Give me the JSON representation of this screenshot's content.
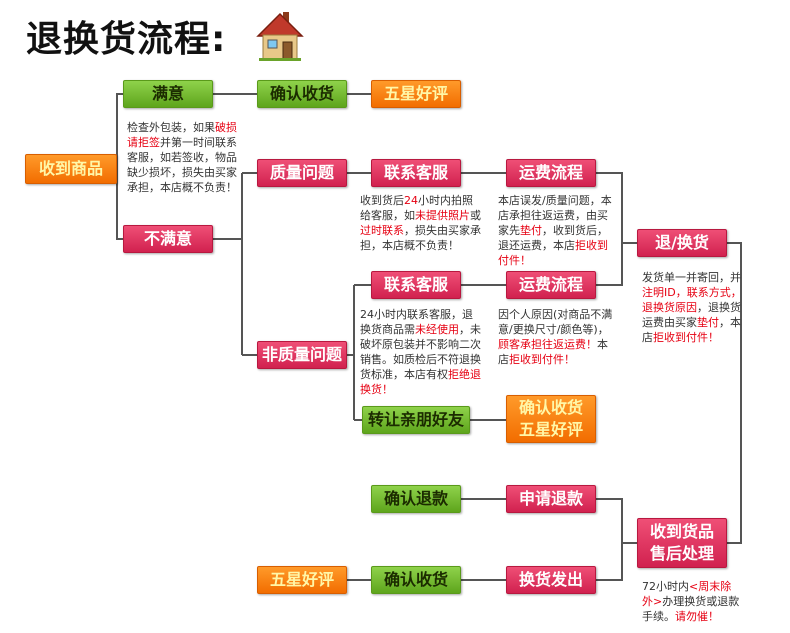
{
  "title": "退换货流程:",
  "house_icon": "house-icon",
  "colors": {
    "green": "#6cb52a",
    "orange": "#f57a0a",
    "red": "#d9295a",
    "line": "#555555",
    "highlight": "#e60012"
  },
  "nodes": {
    "received": "收到商品",
    "satisfied": "满意",
    "confirm_receipt_top": "确认收货",
    "five_star_top": "五星好评",
    "unsatisfied": "不满意",
    "quality_issue": "质量问题",
    "contact_cs_1": "联系客服",
    "shipping_flow_1": "运费流程",
    "return_exchange": "退/换货",
    "contact_cs_2": "联系客服",
    "shipping_flow_2": "运费流程",
    "non_quality_issue": "非质量问题",
    "transfer_friends": "转让亲朋好友",
    "confirm_receipt_mid_1": "确认收货",
    "confirm_receipt_mid_2": "五星好评",
    "confirm_refund": "确认退款",
    "apply_refund": "申请退款",
    "received_goods_1": "收到货品",
    "received_goods_2": "售后处理",
    "five_star_bottom": "五星好评",
    "confirm_receipt_bottom": "确认收货",
    "exchange_ship": "换货发出"
  },
  "notes": {
    "inspect": [
      {
        "t": "检查外包装，如果"
      },
      {
        "t": "破损请拒签",
        "hl": true
      },
      {
        "t": "并第一时间联系客服，如若签收，物品缺少损坏，损失由买家承担，本店概不负责！"
      }
    ],
    "quality": [
      {
        "t": "收到货后"
      },
      {
        "t": "24",
        "hl": true
      },
      {
        "t": "小时内拍照给客服，如"
      },
      {
        "t": "未提供照片",
        "hl": true
      },
      {
        "t": "或"
      },
      {
        "t": "过时联系",
        "hl": true
      },
      {
        "t": "，损失由买家承担，本店概不负责！"
      }
    ],
    "shipping_quality": [
      {
        "t": "本店误发/质量问题，本店承担往返运费，由买家先"
      },
      {
        "t": "垫付",
        "hl": true
      },
      {
        "t": "，收到货后，退还运费，本店"
      },
      {
        "t": "拒收到付件！",
        "hl": true
      }
    ],
    "return_note": [
      {
        "t": "发货单一并寄回，并"
      },
      {
        "t": "注明ID，联系方式，退换货原因",
        "hl": true
      },
      {
        "t": "，退换货运费由买家"
      },
      {
        "t": "垫付",
        "hl": true
      },
      {
        "t": "，本店"
      },
      {
        "t": "拒收到付件！",
        "hl": true
      }
    ],
    "non_quality": [
      {
        "t": "24小时内联系客服，退换货商品需"
      },
      {
        "t": "未经使用",
        "hl": true
      },
      {
        "t": "，未破坏原包装并不影响二次销售。如质检后不符退换货标准，本店有权"
      },
      {
        "t": "拒绝退换货！",
        "hl": true
      }
    ],
    "shipping_non_quality": [
      {
        "t": "因个人原因(对商品不满意/更换尺寸/颜色等)，"
      },
      {
        "t": "顾客承担往返运费！",
        "hl": true
      },
      {
        "t": "本店"
      },
      {
        "t": "拒收到付件！",
        "hl": true
      }
    ],
    "after_sale": [
      {
        "t": "72小时内"
      },
      {
        "t": "<周末除外>",
        "hl": true
      },
      {
        "t": "办理换货或退款手续。"
      },
      {
        "t": "请勿催！",
        "hl": true
      }
    ]
  }
}
